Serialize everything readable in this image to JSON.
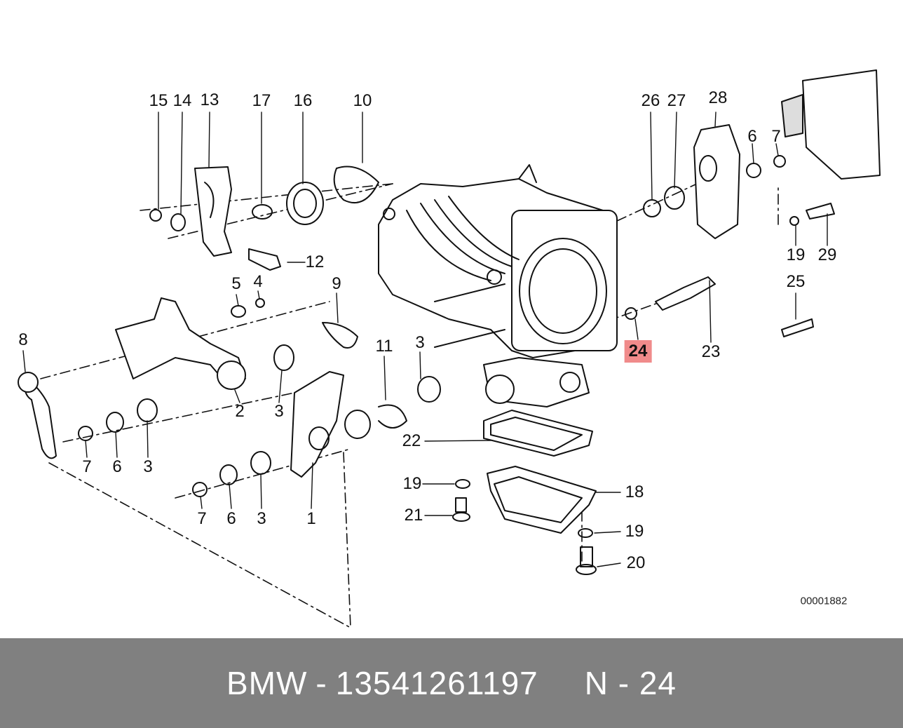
{
  "diagram": {
    "labels": [
      {
        "id": "15",
        "text": "15"
      },
      {
        "id": "14",
        "text": "14"
      },
      {
        "id": "13",
        "text": "13"
      },
      {
        "id": "17",
        "text": "17"
      },
      {
        "id": "16",
        "text": "16"
      },
      {
        "id": "10",
        "text": "10"
      },
      {
        "id": "26",
        "text": "26"
      },
      {
        "id": "27",
        "text": "27"
      },
      {
        "id": "28",
        "text": "28"
      },
      {
        "id": "6a",
        "text": "6"
      },
      {
        "id": "7a",
        "text": "7"
      },
      {
        "id": "12",
        "text": "12"
      },
      {
        "id": "19a",
        "text": "19"
      },
      {
        "id": "29",
        "text": "29"
      },
      {
        "id": "5",
        "text": "5"
      },
      {
        "id": "4",
        "text": "4"
      },
      {
        "id": "9",
        "text": "9"
      },
      {
        "id": "25",
        "text": "25"
      },
      {
        "id": "8",
        "text": "8"
      },
      {
        "id": "11",
        "text": "11"
      },
      {
        "id": "3a",
        "text": "3"
      },
      {
        "id": "24",
        "text": "24"
      },
      {
        "id": "23",
        "text": "23"
      },
      {
        "id": "2",
        "text": "2"
      },
      {
        "id": "3b",
        "text": "3"
      },
      {
        "id": "22",
        "text": "22"
      },
      {
        "id": "7b",
        "text": "7"
      },
      {
        "id": "6b",
        "text": "6"
      },
      {
        "id": "3c",
        "text": "3"
      },
      {
        "id": "19b",
        "text": "19"
      },
      {
        "id": "18",
        "text": "18"
      },
      {
        "id": "21",
        "text": "21"
      },
      {
        "id": "7c",
        "text": "7"
      },
      {
        "id": "6c",
        "text": "6"
      },
      {
        "id": "3d",
        "text": "3"
      },
      {
        "id": "1",
        "text": "1"
      },
      {
        "id": "19c",
        "text": "19"
      },
      {
        "id": "20",
        "text": "20"
      }
    ],
    "highlighted_label": "24",
    "reference_number": "00001882"
  },
  "footer": {
    "brand": "BMW",
    "separator": "-",
    "part_number": "13541261197",
    "position_label": "N - 24"
  },
  "colors": {
    "footer_background": "#808080",
    "footer_text": "#ffffff",
    "highlight": "#f08b8b",
    "line": "#111111"
  }
}
